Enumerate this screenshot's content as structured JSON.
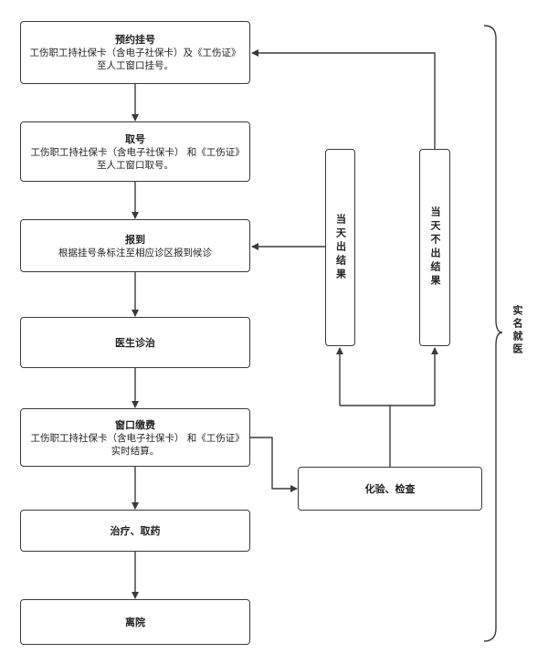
{
  "steps": [
    {
      "title": "预约挂号",
      "desc": "工伤职工持社保卡（含电子社保卡）及《工伤证》至人工窗口挂号。"
    },
    {
      "title": "取号",
      "desc": "工伤职工持社保卡（含电子社保卡） 和《工伤证》至人工窗口取号。"
    },
    {
      "title": "报到",
      "desc": "根据挂号条标注至相应诊区报到候诊"
    },
    {
      "title": "医生诊治"
    },
    {
      "title": "窗口缴费",
      "desc": "工伤职工持社保卡（含电子社保卡） 和《工伤证》实时结算。"
    },
    {
      "title": "治疗、取药"
    },
    {
      "title": "离院"
    }
  ],
  "side": {
    "exam": "化验、检查",
    "same_day": "当天出结果",
    "not_same_day": "当天不出结果"
  },
  "bracket_label": "实名就医"
}
